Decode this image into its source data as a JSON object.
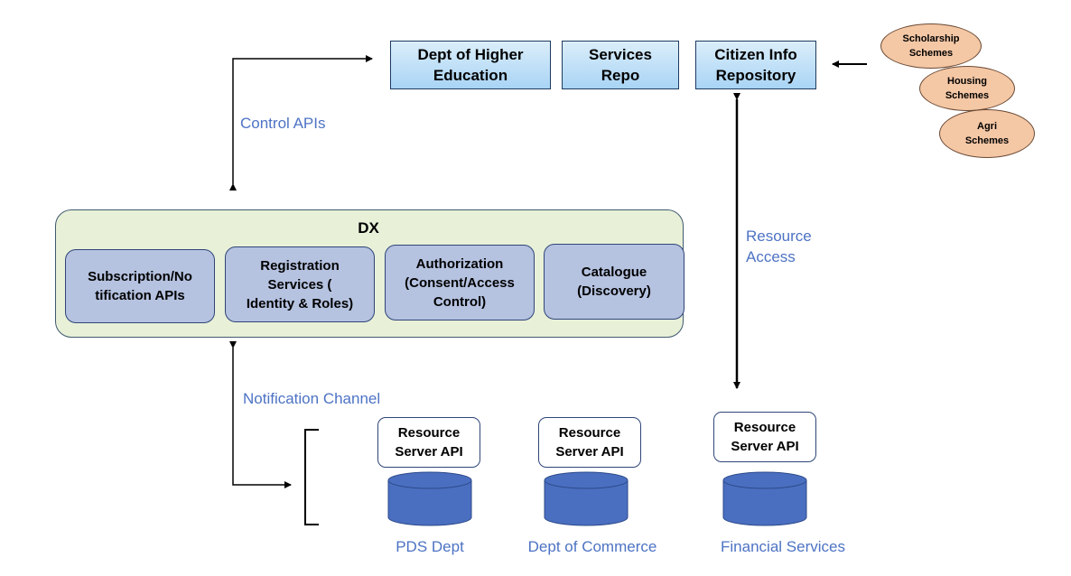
{
  "top_boxes": {
    "higher_ed": "Dept of Higher\nEducation",
    "services_repo": "Services\nRepo",
    "citizen_info": "Citizen Info\nRepository"
  },
  "schemes": {
    "scholarship": "Scholarship\nSchemes",
    "housing": "Housing\nSchemes",
    "agri": "Agri\nSchemes"
  },
  "labels": {
    "control_apis": "Control APIs",
    "resource_access": "Resource\nAccess",
    "notification_channel": "Notification Channel"
  },
  "dx": {
    "title": "DX",
    "services": [
      "Subscription/No\ntification APIs",
      "Registration\nServices (\nIdentity & Roles)",
      "Authorization\n(Consent/Access\nControl)",
      "Catalogue\n(Discovery)"
    ]
  },
  "resource_servers": [
    {
      "api_label": "Resource\nServer API",
      "dept": "PDS Dept"
    },
    {
      "api_label": "Resource\nServer API",
      "dept": "Dept of Commerce"
    },
    {
      "api_label": "Resource\nServer API",
      "dept": "Financial Services"
    }
  ],
  "colors": {
    "top_box_fill": "#a9d4f5",
    "scheme_fill": "#f4c7a5",
    "dx_panel_fill": "#e8f0d8",
    "service_fill": "#b5c2e0",
    "database_fill": "#4a6fc0",
    "label_blue": "#4d73c4"
  }
}
